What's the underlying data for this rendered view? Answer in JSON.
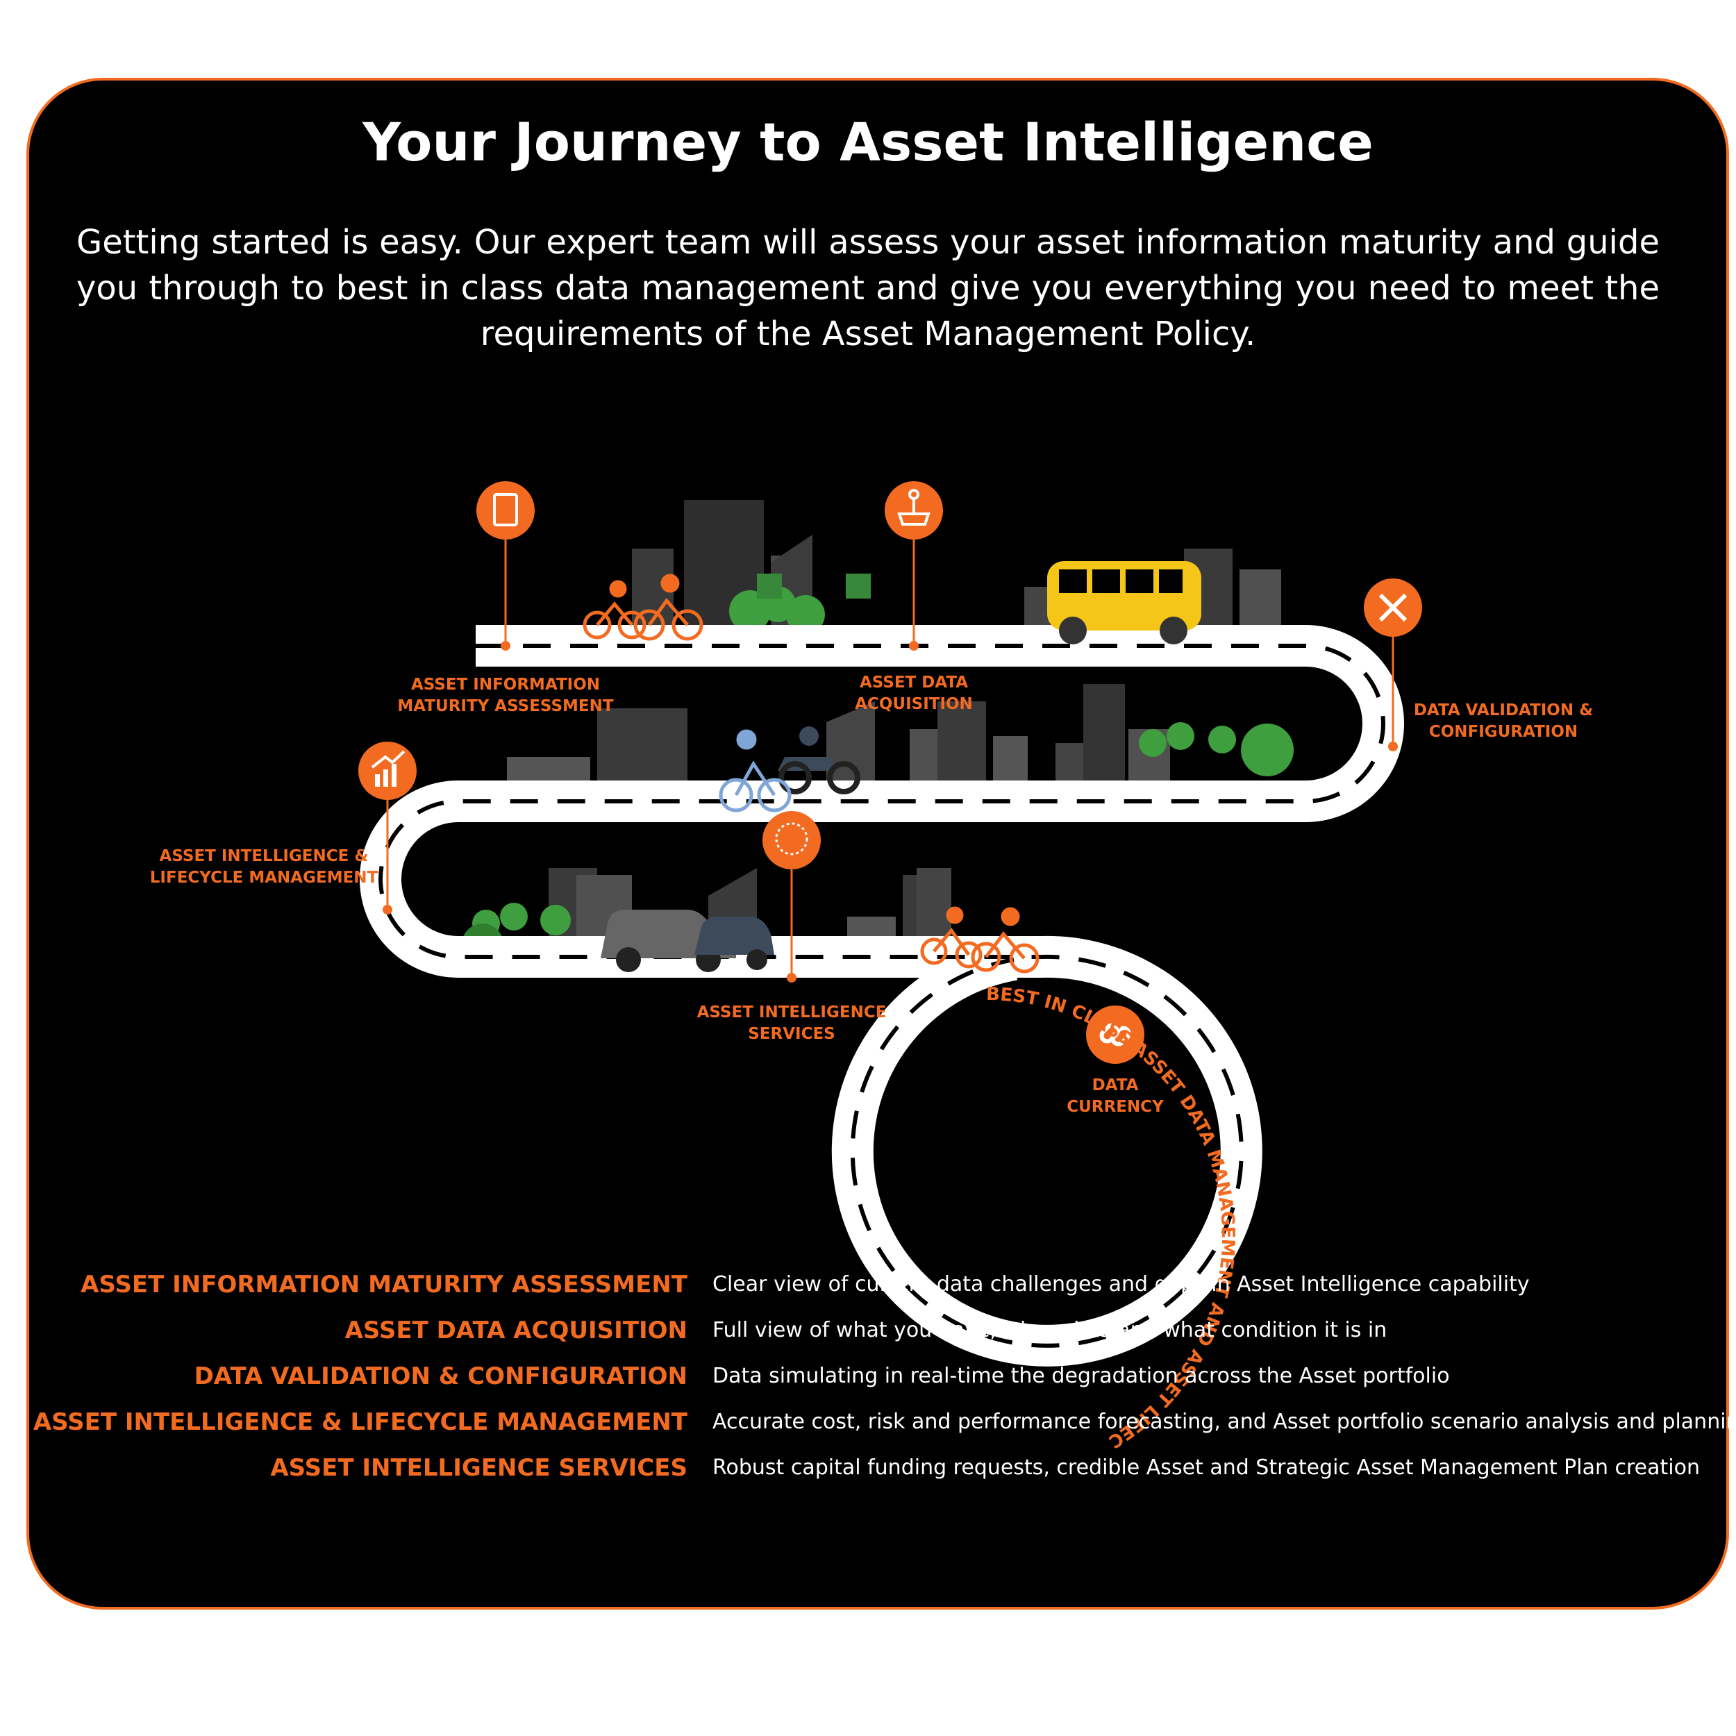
{
  "header": {
    "title": "Your Journey to Asset Intelligence",
    "intro": "Getting started is easy. Our expert team will assess your asset information maturity and guide you through to best in class data management and give you everything you need to meet the requirements of the Asset Management Policy."
  },
  "diagram": {
    "stages": [
      {
        "line1": "ASSET INFORMATION",
        "line2": "MATURITY ASSESSMENT",
        "icon": "document-icon"
      },
      {
        "line1": "ASSET DATA",
        "line2": "ACQUISITION",
        "icon": "network-share-icon"
      },
      {
        "line1": "DATA VALIDATION &",
        "line2": "CONFIGURATION",
        "icon": "wrench-screwdriver-icon"
      },
      {
        "line1": "ASSET INTELLIGENCE &",
        "line2": "LIFECYCLE MANAGEMENT",
        "icon": "growth-chart-icon"
      },
      {
        "line1": "ASSET INTELLIGENCE",
        "line2": "SERVICES",
        "icon": "brain-icon"
      }
    ],
    "center": {
      "line1": "DATA",
      "line2": "CURRENCY",
      "icon": "chain-link-icon"
    },
    "ring_text": "BEST IN CLASS ASSET DATA MANAGEMENT AND ASSET LIFECYCLE"
  },
  "legend": {
    "rows": [
      {
        "name": "ASSET INFORMATION MATURITY ASSESSMENT",
        "desc": "Clear view of current data challenges and gaps in Asset Intelligence capability"
      },
      {
        "name": "ASSET DATA ACQUISITION",
        "desc": "Full view of what you have, where it is and what condition it is in"
      },
      {
        "name": "DATA VALIDATION & CONFIGURATION",
        "desc": "Data simulating in real-time the degradation across the Asset portfolio"
      },
      {
        "name": "ASSET INTELLIGENCE & LIFECYCLE MANAGEMENT",
        "desc": "Accurate cost, risk and performance forecasting, and Asset portfolio scenario analysis and planning"
      },
      {
        "name": "ASSET INTELLIGENCE SERVICES",
        "desc": "Robust capital funding requests, credible Asset and Strategic Asset Management Plan creation"
      }
    ]
  },
  "colors": {
    "accent": "#f26b21",
    "background": "#000000",
    "road": "#ffffff",
    "bus": "#f5c518"
  }
}
